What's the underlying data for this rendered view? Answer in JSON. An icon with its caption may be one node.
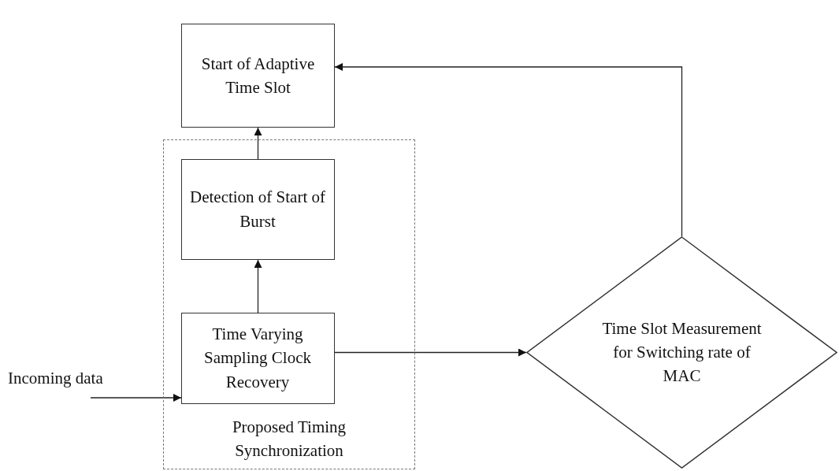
{
  "diagram": {
    "nodes": [
      {
        "text": [
          "Start of Adaptive Time Slot"
        ]
      },
      {
        "text": [
          "Proposed Timing Synchronization"
        ]
      },
      {
        "text": [
          "Detection of Start of Burst"
        ],
        "in": 1
      },
      {
        "text": [
          "Time Varying Sampling Clock Recovery"
        ],
        "in": 1
      },
      {
        "text": [
          "Time Slot Measurement for Switching rate of MAC"
        ]
      }
    ],
    "edges": [
      {
        "from": null,
        "to": 3,
        "arrow": "to",
        "label": "Incoming data"
      },
      {
        "from": 3,
        "to": 2,
        "arrow": "to"
      },
      {
        "from": 2,
        "to": 0,
        "arrow": "to"
      },
      {
        "from": 3,
        "to": 4,
        "arrow": "to"
      },
      {
        "from": 4,
        "to": 0,
        "arrow": "to"
      }
    ]
  }
}
